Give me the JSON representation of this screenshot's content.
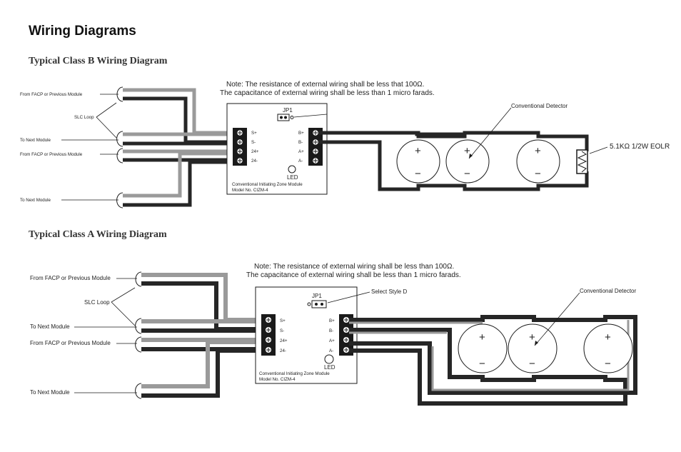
{
  "page": {
    "title": "Wiring Diagrams"
  },
  "class_b": {
    "title": "Typical Class B Wiring Diagram",
    "note_line1": "Note: The resistance of external wiring shall be less that 100Ω.",
    "note_line2": "The capacitance of external wiring shall be less than 1 micro farads.",
    "labels": {
      "from_facp_1": "From FACP or Previous Module",
      "slc_loop": "SLC Loop",
      "to_next_1": "To Next Module",
      "from_facp_2": "From FACP or Previous Module",
      "to_next_2": "To Next Module"
    },
    "module": {
      "jumper": "JP1",
      "led": "LED",
      "name_line1": "Conventional Initiating Zone Module",
      "name_line2": "Model No. CIZM-4",
      "left_terminals": [
        "S+",
        "S-",
        "24+",
        "24-"
      ],
      "right_terminals": [
        "B+",
        "B-",
        "A+",
        "A-"
      ]
    },
    "detector_label": "Conventional Detector",
    "eolr_label": "5.1KΩ 1/2W EOLR",
    "detector_signs": {
      "plus": "+",
      "minus": "−"
    }
  },
  "class_a": {
    "title": "Typical Class A Wiring Diagram",
    "note_line1": "Note: The resistance of external wiring shall be less than 100Ω.",
    "note_line2": "The capacitance of external wiring shall be less than 1 micro farads.",
    "labels": {
      "from_facp_1": "From FACP or Previous Module",
      "slc_loop": "SLC Loop",
      "to_next_1": "To Next Module",
      "from_facp_2": "From FACP or Previous Module",
      "to_next_2": "To Next Module"
    },
    "module": {
      "jumper": "JP1",
      "select_style": "Select Style D",
      "led": "LED",
      "name_line1": "Conventional Initiating Zone Module",
      "name_line2": "Model No. CIZM-4",
      "left_terminals": [
        "S+",
        "S-",
        "24+",
        "24-"
      ],
      "right_terminals": [
        "B+",
        "B-",
        "A+",
        "A-"
      ]
    },
    "detector_label": "Conventional Detector",
    "detector_signs": {
      "plus": "+",
      "minus": "−"
    }
  },
  "colors": {
    "wire_dark": "#262626",
    "wire_grey": "#9a9a9a",
    "outline": "#1a1a1a"
  }
}
